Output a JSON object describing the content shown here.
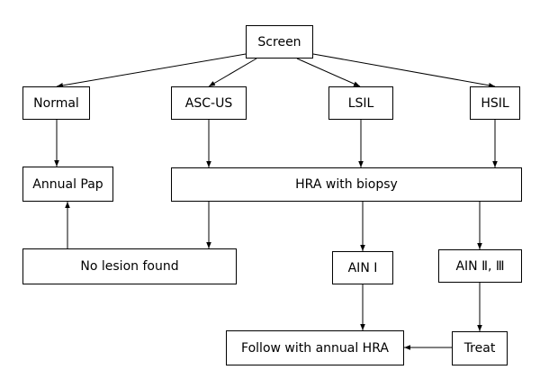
{
  "diagram": {
    "colors": {
      "stroke": "#000000",
      "box_fill": "#ffffff",
      "background": "#ffffff"
    },
    "nodes": {
      "screen": "Screen",
      "normal": "Normal",
      "ascus": "ASC-US",
      "lsil": "LSIL",
      "hsil": "HSIL",
      "annual_pap": "Annual Pap",
      "hra_biopsy": "HRA with biopsy",
      "no_lesion": "No lesion found",
      "ain1": "AIN Ⅰ",
      "ain23": "AIN Ⅱ, Ⅲ",
      "follow": "Follow with annual HRA",
      "treat": "Treat"
    },
    "edges": [
      [
        "screen",
        "normal"
      ],
      [
        "screen",
        "ascus"
      ],
      [
        "screen",
        "lsil"
      ],
      [
        "screen",
        "hsil"
      ],
      [
        "normal",
        "annual_pap"
      ],
      [
        "ascus",
        "hra_biopsy"
      ],
      [
        "lsil",
        "hra_biopsy"
      ],
      [
        "hsil",
        "hra_biopsy"
      ],
      [
        "hra_biopsy",
        "no_lesion"
      ],
      [
        "hra_biopsy",
        "ain1"
      ],
      [
        "hra_biopsy",
        "ain23"
      ],
      [
        "no_lesion",
        "annual_pap"
      ],
      [
        "ain1",
        "follow"
      ],
      [
        "ain23",
        "treat"
      ],
      [
        "treat",
        "follow"
      ]
    ]
  }
}
